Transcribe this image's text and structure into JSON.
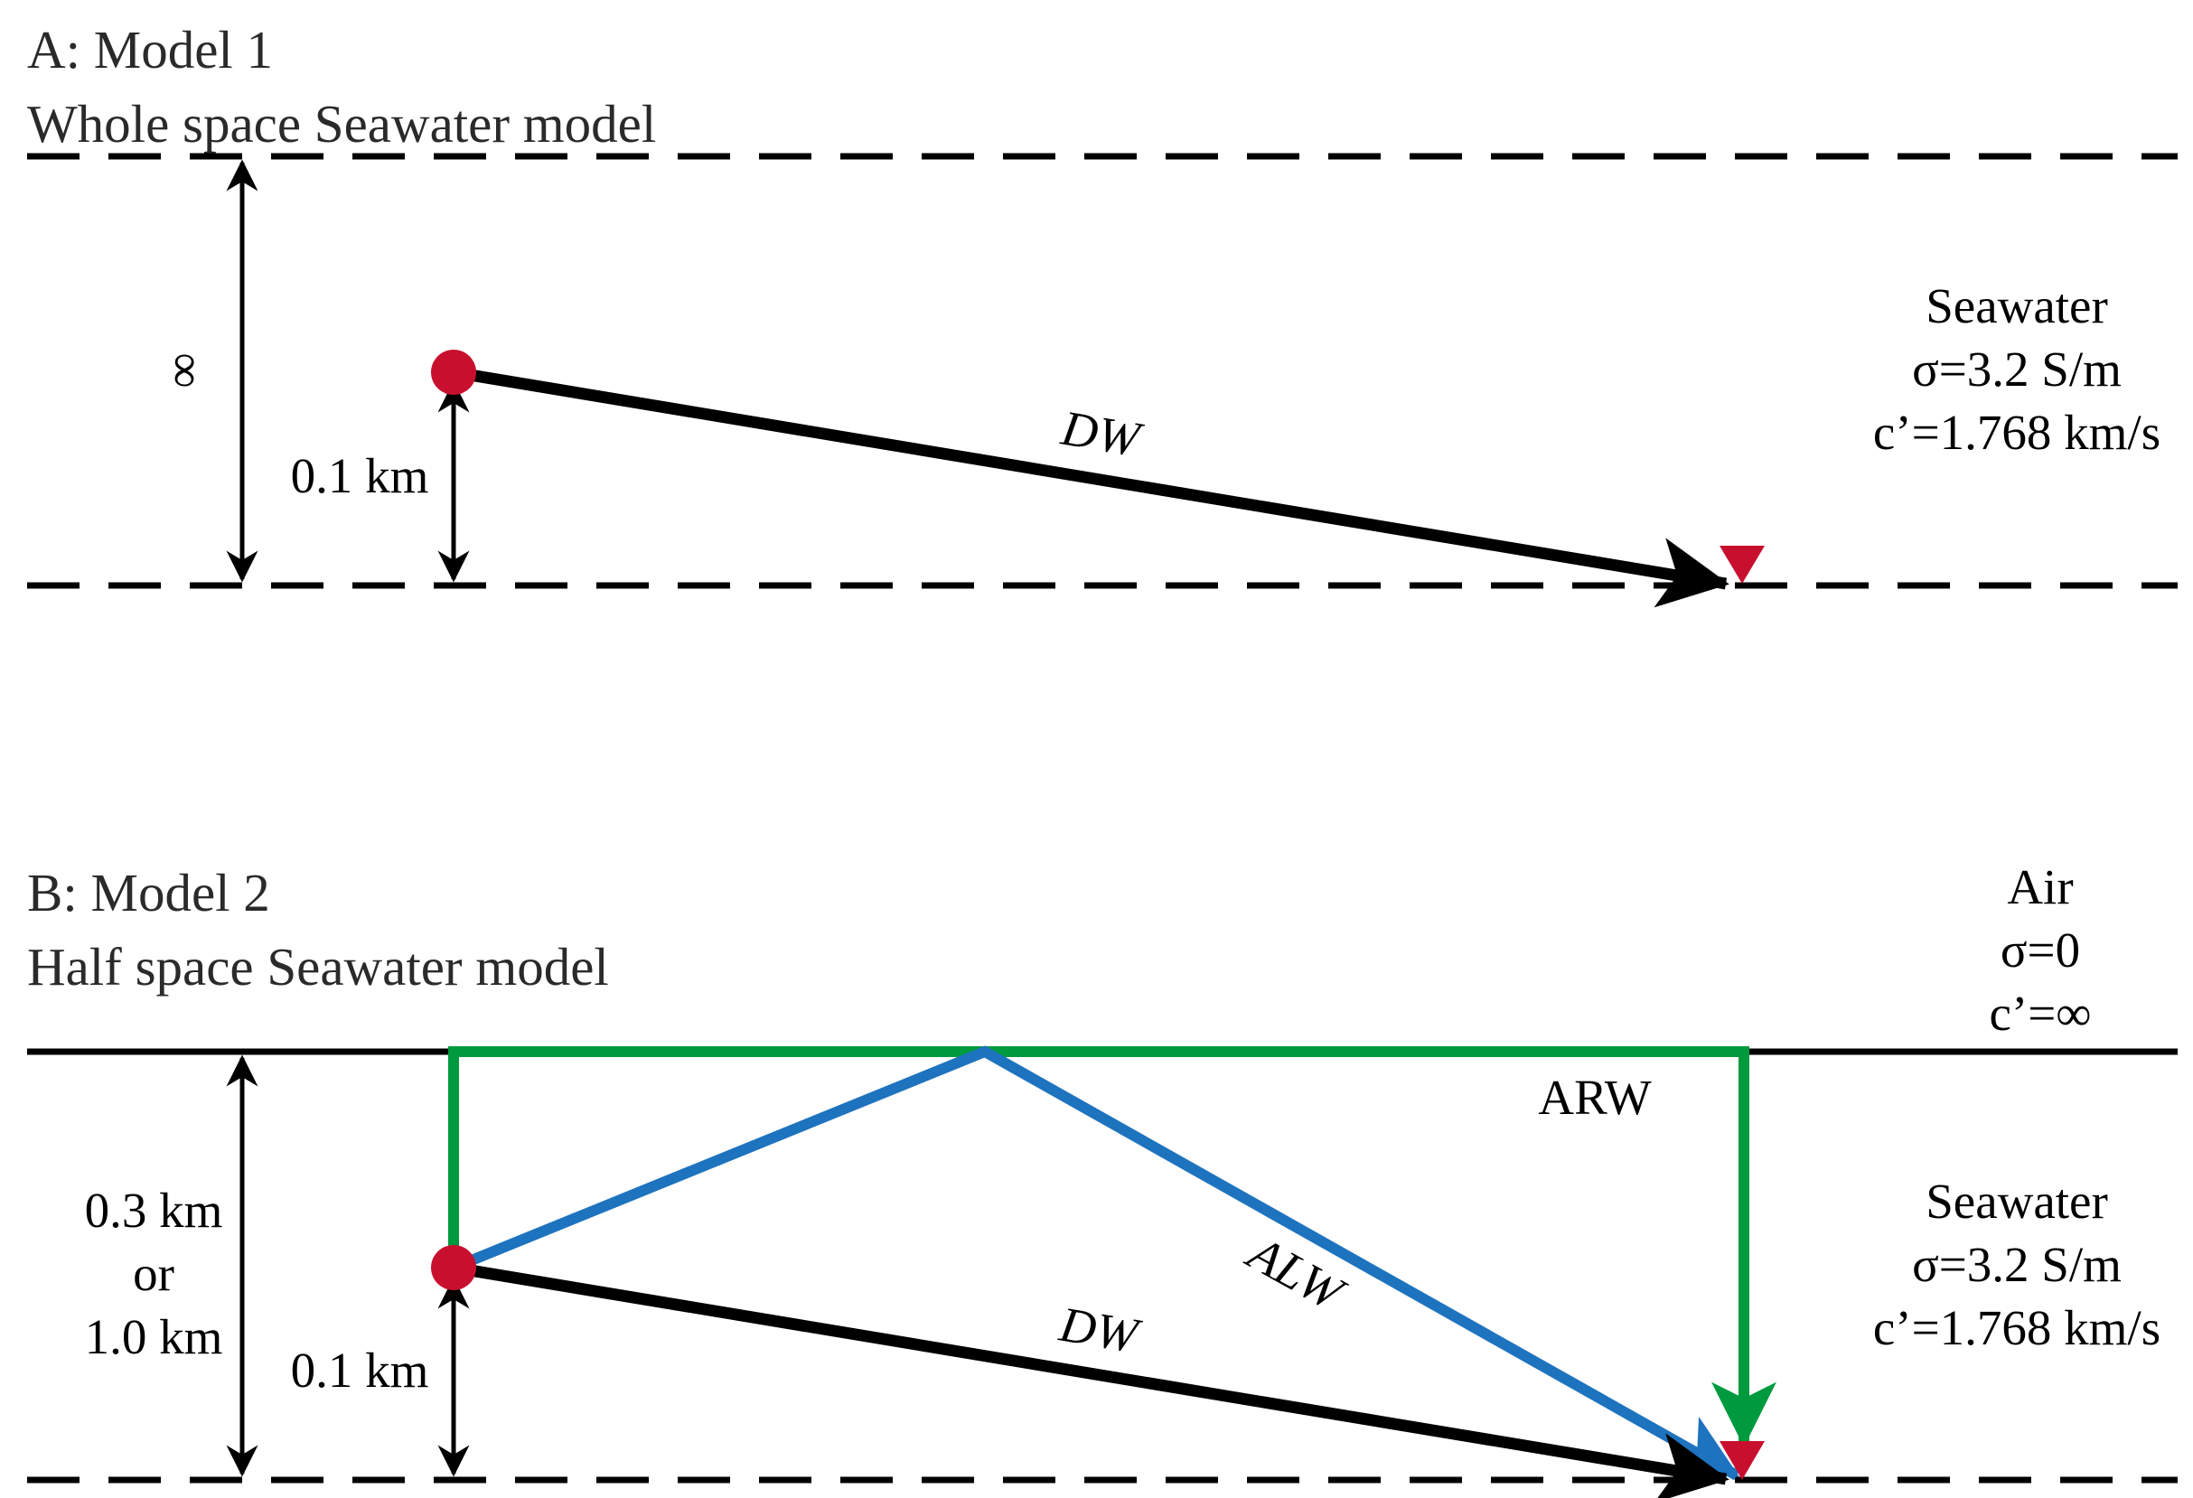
{
  "panel_a": {
    "label": "A: Model 1",
    "subtitle": "Whole space Seawater model",
    "thickness": "∞",
    "source_depth": "0.1 km",
    "medium": {
      "name": "Seawater",
      "sigma": "σ=3.2 S/m",
      "speed": "c’=1.768 km/s"
    },
    "waves": {
      "direct": "DW"
    }
  },
  "panel_b": {
    "label": "B: Model 2",
    "subtitle": "Half space Seawater model",
    "air": {
      "name": "Air",
      "sigma": "σ=0",
      "speed": "c’=∞"
    },
    "thickness": [
      "0.3 km",
      "or",
      "1.0 km"
    ],
    "source_depth": "0.1 km",
    "medium": {
      "name": "Seawater",
      "sigma": "σ=3.2 S/m",
      "speed": "c’=1.768 km/s"
    },
    "waves": {
      "direct": "DW",
      "airlateral": "ALW",
      "airreflected": "ARW"
    }
  },
  "colors": {
    "source": "#c8102e",
    "receiver": "#c8102e",
    "direct_wave": "#000000",
    "air_lateral_wave": "#1e73be",
    "air_reflected_wave": "#009a3e"
  }
}
